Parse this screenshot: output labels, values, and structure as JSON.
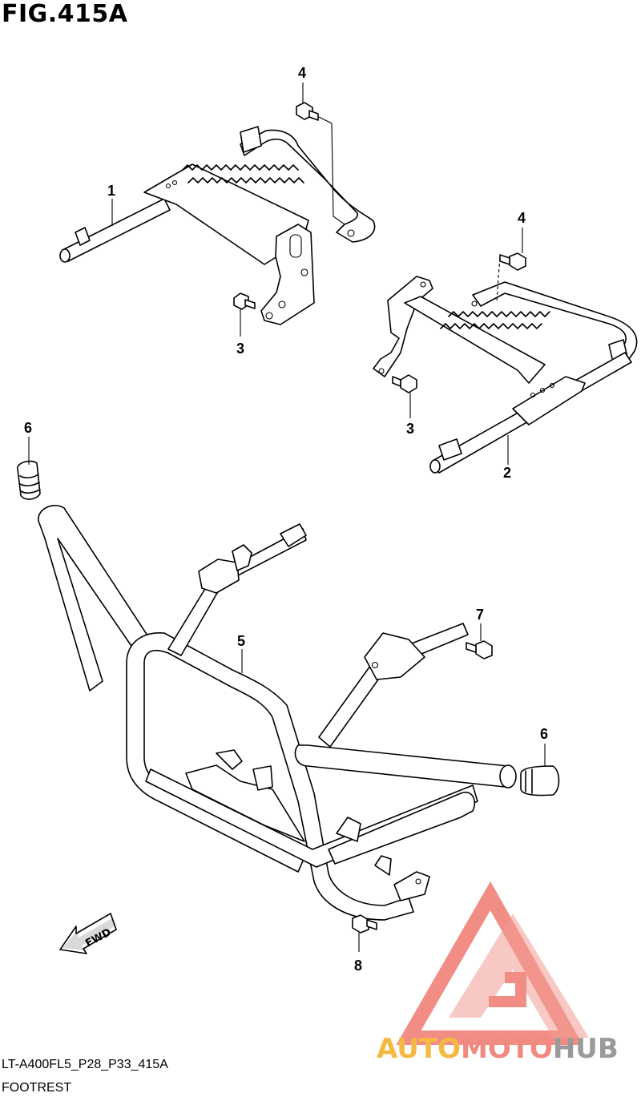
{
  "figure": {
    "title": "FIG.415A",
    "code": "LT-A400FL5_P28_P33_415A",
    "caption": "FOOTREST"
  },
  "callouts": [
    {
      "id": "1"
    },
    {
      "id": "4a",
      "label": "4"
    },
    {
      "id": "3a",
      "label": "3"
    },
    {
      "id": "4b",
      "label": "4"
    },
    {
      "id": "3b",
      "label": "3"
    },
    {
      "id": "2"
    },
    {
      "id": "6a",
      "label": "6"
    },
    {
      "id": "5"
    },
    {
      "id": "7"
    },
    {
      "id": "6b",
      "label": "6"
    },
    {
      "id": "8"
    }
  ],
  "labels": {
    "c1": "1",
    "c2": "2",
    "c3a": "3",
    "c3b": "3",
    "c4a": "4",
    "c4b": "4",
    "c5": "5",
    "c6a": "6",
    "c6b": "6",
    "c7": "7",
    "c8": "8"
  },
  "direction_arrow": "FWD",
  "watermark": {
    "part1": "AUTO",
    "part2": "MOTO",
    "part3": "HUB",
    "color1": "#f5b942",
    "color2": "#f08a80",
    "color3": "#9a9a9a"
  }
}
